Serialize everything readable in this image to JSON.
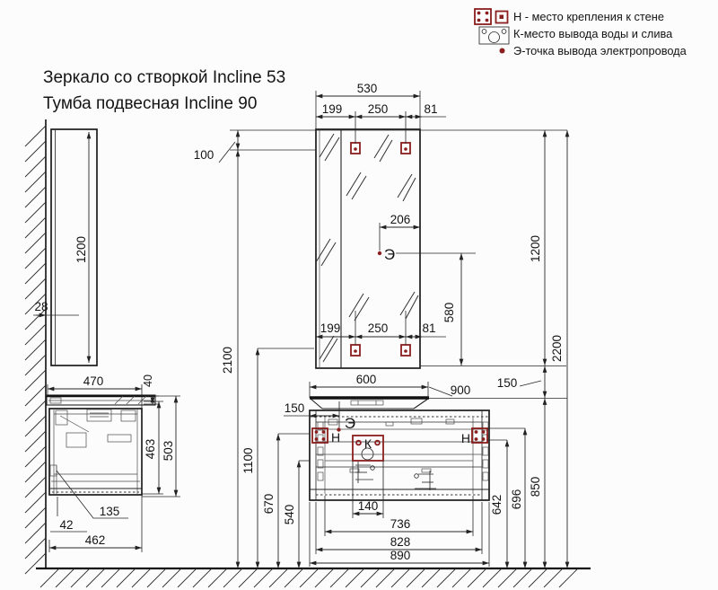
{
  "titles": {
    "line1": "Зеркало со створкой Incline 53",
    "line2": "Тумба подвесная Incline 90"
  },
  "legend": {
    "items": [
      {
        "symbol": "wall-mount",
        "label": "Н - место крепления к стене"
      },
      {
        "symbol": "water-outlet",
        "label": "К-место вывода воды и слива"
      },
      {
        "symbol": "electric-point",
        "label": "Э-точка вывода электропровода"
      }
    ]
  },
  "markers": {
    "wall_mount": "Н",
    "water": "К",
    "electric": "Э"
  },
  "colors": {
    "accent_red": "#8b1e1e",
    "line": "#1c1c1c",
    "background": "#fcfcfc"
  },
  "dims": {
    "mirror_width": "530",
    "mirror_top_row": [
      "199",
      "250",
      "81"
    ],
    "mirror_bottom_row": [
      "199",
      "250",
      "81"
    ],
    "electric_from_edge": "206",
    "electric_to_bottom": "580",
    "mirror_height_side": "1200",
    "mirror_height_right": "1200",
    "wall_gap": "28",
    "top_gap": "100",
    "mirror_mount_height": "2100",
    "total_height": "2200",
    "mirror_to_vanity_gap": "150",
    "sink_width": "600",
    "vanity_width": "900",
    "electric_offset": "150",
    "countertop_height": "1100",
    "bracket_height_left": "670",
    "drain_height": "540",
    "drain_width": "140",
    "rail_span": "736",
    "inner_width": "828",
    "body_width": "890",
    "drain_outlet_height": "642",
    "bracket_height_right": "696",
    "vanity_top_height": "850",
    "side_top_depth": "470",
    "side_top_thickness": "40",
    "side_body_height": "463",
    "side_total_height": "503",
    "side_detail_135": "135",
    "side_detail_42": "42",
    "side_body_depth": "462"
  }
}
